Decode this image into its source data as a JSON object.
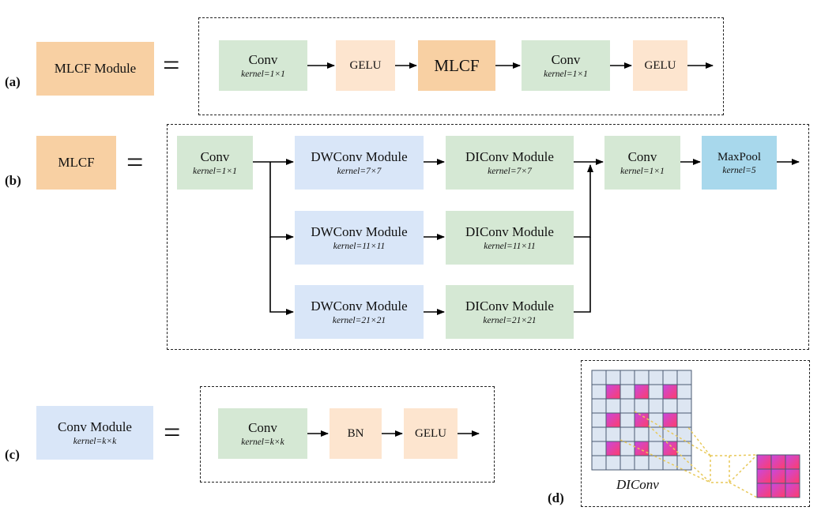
{
  "panel_labels": {
    "a": "(a)",
    "b": "(b)",
    "c": "(c)",
    "d": "(d)"
  },
  "equals_sign": "=",
  "row_a": {
    "lhs": "MLCF Module",
    "conv1": {
      "name": "Conv",
      "kernel": "kernel=1×1"
    },
    "gelu1": "GELU",
    "mlcf": "MLCF",
    "conv2": {
      "name": "Conv",
      "kernel": "kernel=1×1"
    },
    "gelu2": "GELU"
  },
  "row_b": {
    "lhs": "MLCF",
    "conv_in": {
      "name": "Conv",
      "kernel": "kernel=1×1"
    },
    "branches": [
      {
        "dw": "DWConv Module",
        "dw_kernel": "kernel=7×7",
        "di": "DIConv Module",
        "di_kernel": "kernel=7×7"
      },
      {
        "dw": "DWConv Module",
        "dw_kernel": "kernel=11×11",
        "di": "DIConv Module",
        "di_kernel": "kernel=11×11"
      },
      {
        "dw": "DWConv Module",
        "dw_kernel": "kernel=21×21",
        "di": "DIConv Module",
        "di_kernel": "kernel=21×21"
      }
    ],
    "conv_out": {
      "name": "Conv",
      "kernel": "kernel=1×1"
    },
    "maxpool": {
      "name": "MaxPool",
      "kernel": "kernel=5"
    }
  },
  "row_c": {
    "lhs": {
      "name": "Conv Module",
      "kernel": "kernel=k×k"
    },
    "conv": {
      "name": "Conv",
      "kernel": "kernel=k×k"
    },
    "bn": "BN",
    "gelu": "GELU"
  },
  "panel_d": {
    "caption": "DIConv"
  },
  "colors": {
    "conv_green": "#d5e8d4",
    "activation_peach": "#fde5cf",
    "mlcf_orange": "#f8d0a3",
    "module_blue": "#d9e6f8",
    "maxpool_blue": "#a8d8ec",
    "grid_cell": "#dde6f2",
    "dilated_cell": "#e8388a",
    "connector_yellow": "#e8c95a"
  }
}
